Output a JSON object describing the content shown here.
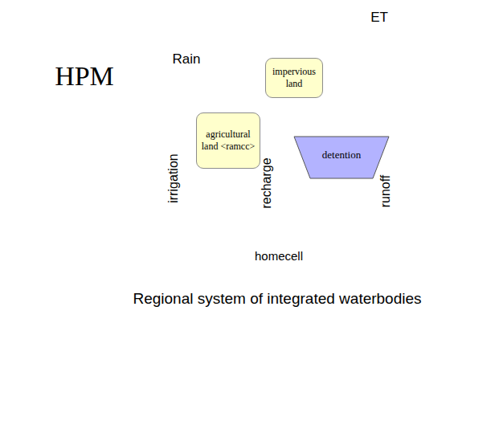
{
  "diagram": {
    "nodes": [
      {
        "text": [
          "HPM"
        ]
      },
      {
        "text": [
          "impervious land"
        ],
        "in": 0
      },
      {
        "text": [
          "agricultural land <ramcc>"
        ],
        "in": 0
      },
      {
        "text": [
          "detention"
        ],
        "in": 0
      },
      {
        "text": [
          "Regional system of integrated waterbodies"
        ]
      },
      {
        "text": [
          "homecell"
        ],
        "in": 4
      }
    ],
    "edges": [
      {
        "from": 1,
        "to": 2,
        "arrow": "to"
      },
      {
        "from": 1,
        "to": 3,
        "arrow": "to"
      },
      {
        "from": 2,
        "to": 3,
        "arrow": "both"
      },
      {
        "from": 4,
        "to": 0,
        "arrow": "to",
        "label": "irrigation"
      },
      {
        "from": 0,
        "to": 5,
        "arrow": "to",
        "label": "recharge"
      },
      {
        "from": 0,
        "to": 4,
        "arrow": "to",
        "label": "runoff"
      }
    ],
    "labels": [
      "Rain",
      "ET"
    ]
  }
}
